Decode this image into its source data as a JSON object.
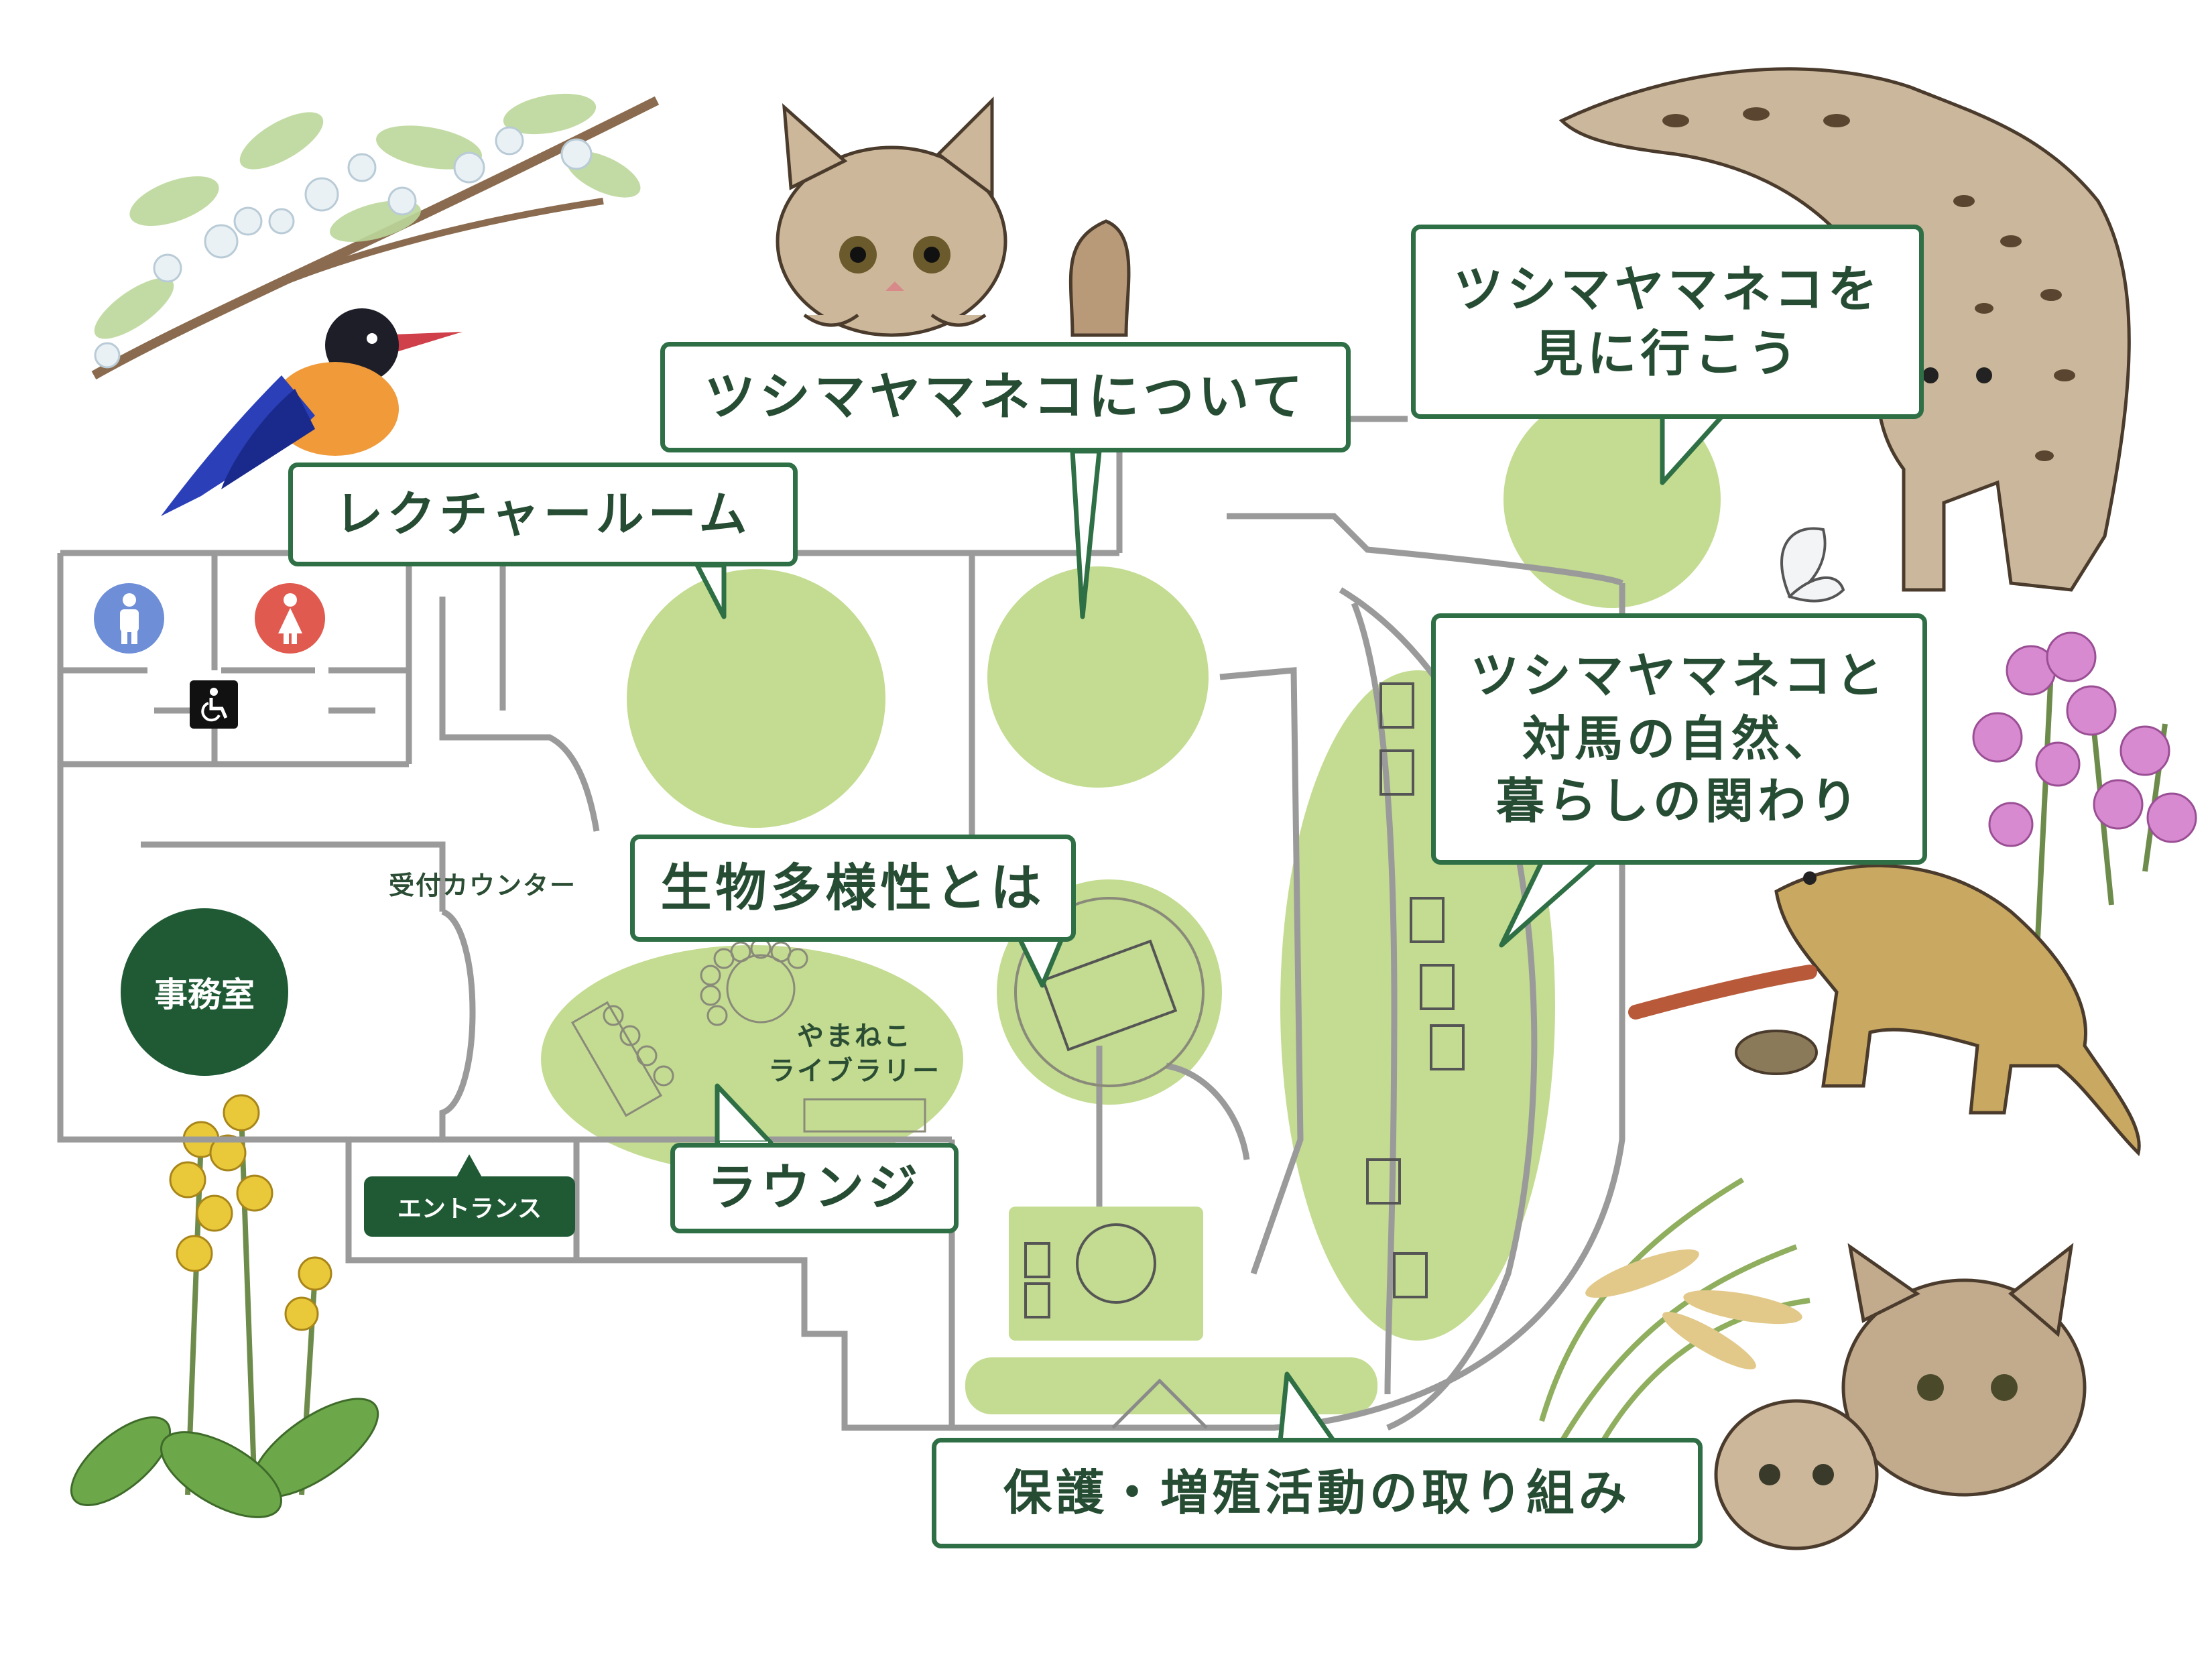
{
  "map": {
    "callouts": {
      "lecture_room": "レクチャールーム",
      "about_cat": "ツシマヤマネコについて",
      "go_see_cat": "ツシマヤマネコを\n見に行こう",
      "nature_life": "ツシマヤマネコと\n対馬の自然、\n暮らしの関わり",
      "biodiversity": "生物多様性とは",
      "lounge": "ラウンジ",
      "conservation": "保護・増殖活動の取り組み"
    },
    "labels": {
      "reception": "受付カウンター",
      "library": "やまねこ\nライブラリー",
      "office": "事務室",
      "entrance": "エントランス"
    },
    "icons": {
      "restroom_male": "male-restroom-icon",
      "restroom_female": "female-restroom-icon",
      "accessible": "wheelchair-icon"
    },
    "colors": {
      "zone_fill": "#c3dc91",
      "accent_green": "#2f6f45",
      "male_icon": "#6e8fd8",
      "female_icon": "#e05a4f",
      "office_badge": "#1f5a35"
    }
  }
}
